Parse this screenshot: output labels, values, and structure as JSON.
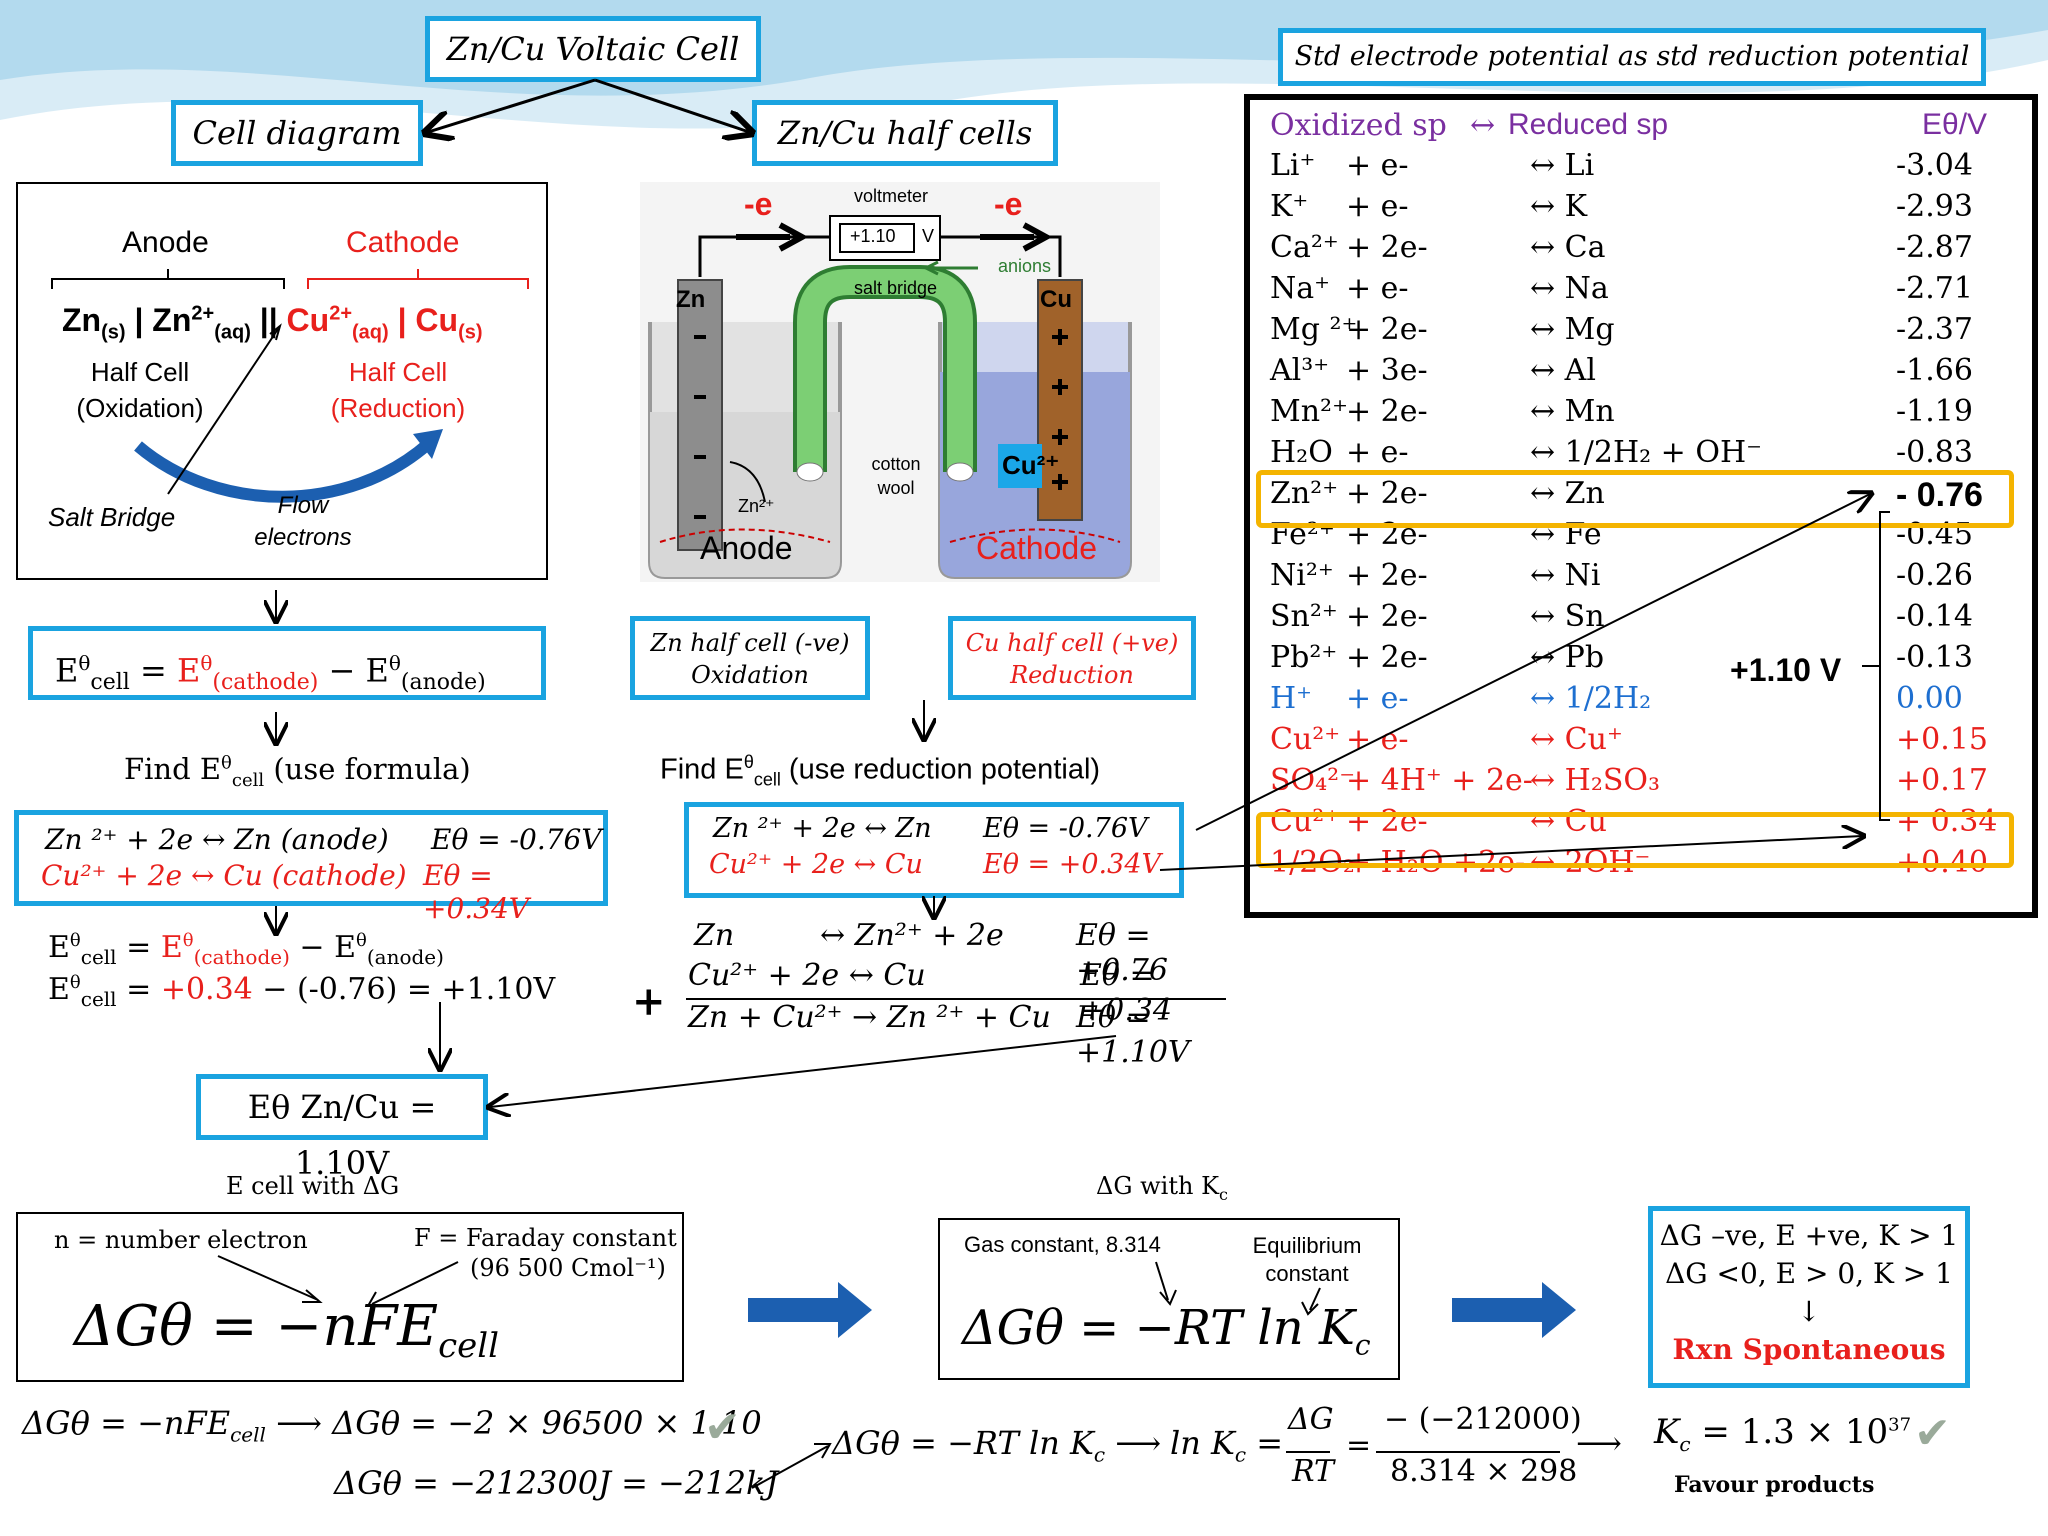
{
  "titles": {
    "main": "Zn/Cu Voltaic Cell",
    "cell_diagram": "Cell diagram",
    "half_cells": "Zn/Cu half cells",
    "std_potential": "Std electrode potential as std reduction potential"
  },
  "cell_diagram": {
    "anode_label": "Anode",
    "cathode_label": "Cathode",
    "zn_s": "Zn",
    "zn_s_sub": "(s)",
    "zn2": "| Zn",
    "zn2_sup": "2+",
    "zn2_sub": "(aq)",
    "bars": "||",
    "cu2": "Cu",
    "cu2_sup": "2+",
    "cu2_sub": "(aq)",
    "cu_s": "| Cu",
    "cu_s_sub": "(s)",
    "half_ox_1": "Half Cell",
    "half_ox_2": "(Oxidation)",
    "half_red_1": "Half Cell",
    "half_red_2": "(Reduction)",
    "salt_bridge": "Salt Bridge",
    "flow_1": "Flow",
    "flow_2": "electrons"
  },
  "apparatus": {
    "voltmeter": "voltmeter",
    "reading": "+1.10",
    "volt_unit": "V",
    "e_left": "-e",
    "e_right": "-e",
    "anions": "anions",
    "salt_bridge": "salt bridge",
    "zn": "Zn",
    "cu": "Cu",
    "cotton": "cotton",
    "wool": "wool",
    "zn2": "Zn²⁺",
    "cu2": "Cu²⁺",
    "anode": "Anode",
    "cathode": "Cathode"
  },
  "half_cell_boxes": {
    "zn_1": "Zn half cell (-ve)",
    "zn_2": "Oxidation",
    "cu_1": "Cu half cell (+ve)",
    "cu_2": "Reduction"
  },
  "formula": {
    "e": "E",
    "theta": "θ",
    "cell": "cell",
    "eq": " = ",
    "cathode": "(cathode)",
    "minus": " − ",
    "anode": "(anode)"
  },
  "find_left": {
    "text": "Find E",
    "sub": "cell",
    "rest": " (use formula)"
  },
  "find_right": {
    "text": "Find E",
    "sub": "cell",
    "rest": " (use reduction potential)"
  },
  "left_eq": {
    "l1_a": "Zn ²⁺ + 2e  ↔ Zn (anode)",
    "l1_b": "Eθ = -0.76V",
    "l2_a": "Cu²⁺ + 2e ↔  Cu  (cathode)",
    "l2_b": "Eθ = +0.34V"
  },
  "right_eq": {
    "l1_a": "Zn ²⁺ + 2e  ↔ Zn",
    "l1_b": "Eθ = -0.76V",
    "l2_a": "Cu²⁺ + 2e ↔  Cu",
    "l2_b": "Eθ = +0.34V"
  },
  "calc": {
    "l1_pre": "E",
    "l1_cell": "cell",
    "l1_eq": " = ",
    "l1_cath": "E",
    "l1_cath_sub": "(cathode)",
    "l1_minus": " − E",
    "l1_anode": "(anode)",
    "l2_pre": "E",
    "l2_cell": "cell",
    "l2_eq": " = ",
    "l2_val1": "+0.34",
    "l2_rest": " − (-0.76) = +1.10V"
  },
  "sum": {
    "plus": "+",
    "r1_a": "Zn",
    "r1_b": "↔  Zn²⁺ + 2e",
    "r1_c": "Eθ = +0.76",
    "r2_a": "Cu²⁺ + 2e  ↔  Cu",
    "r2_c": "Eθ = +0.34",
    "r3_a": "Zn  + Cu²⁺  →  Zn ²⁺ + Cu",
    "r3_c": "Eθ = +1.10V"
  },
  "result": "Eθ Zn/Cu = 1.10V",
  "table": {
    "head_ox": "Oxidized sp",
    "head_arrow": "↔",
    "head_red": "Reduced sp",
    "head_e": "Eθ/V",
    "rows": [
      {
        "ox": "Li⁺",
        "e": "+ e-",
        "red": "↔  Li",
        "v": "-3.04",
        "c": "k"
      },
      {
        "ox": "K⁺",
        "e": "+ e-",
        "red": "↔  K",
        "v": "-2.93",
        "c": "k"
      },
      {
        "ox": "Ca²⁺",
        "e": "+ 2e-",
        "red": "↔  Ca",
        "v": "-2.87",
        "c": "k"
      },
      {
        "ox": "Na⁺",
        "e": "+ e-",
        "red": "↔  Na",
        "v": "-2.71",
        "c": "k"
      },
      {
        "ox": "Mg ²⁺",
        "e": "+ 2e-",
        "red": "↔  Mg",
        "v": "-2.37",
        "c": "k"
      },
      {
        "ox": "Al³⁺",
        "e": "+ 3e-",
        "red": "↔  Al",
        "v": "-1.66",
        "c": "k"
      },
      {
        "ox": "Mn²⁺",
        "e": "+ 2e-",
        "red": "↔  Mn",
        "v": "-1.19",
        "c": "k"
      },
      {
        "ox": "H₂O",
        "e": "+ e-",
        "red": "↔ 1/2H₂ + OH⁻",
        "v": "-0.83",
        "c": "k"
      },
      {
        "ox": "Zn²⁺",
        "e": "+ 2e-",
        "red": "↔  Zn",
        "v": "- 0.76",
        "c": "k"
      },
      {
        "ox": "Fe²⁺",
        "e": "+ 2e-",
        "red": "↔  Fe",
        "v": "-0.45",
        "c": "k"
      },
      {
        "ox": "Ni²⁺",
        "e": "+ 2e-",
        "red": "↔  Ni",
        "v": "-0.26",
        "c": "k"
      },
      {
        "ox": "Sn²⁺",
        "e": "+ 2e-",
        "red": "↔ Sn",
        "v": "-0.14",
        "c": "k"
      },
      {
        "ox": "Pb²⁺",
        "e": "+ 2e-",
        "red": "↔ Pb",
        "v": "-0.13",
        "c": "k"
      },
      {
        "ox": "H⁺",
        "e": "+ e-",
        "red": "↔ 1/2H₂",
        "v": "0.00",
        "c": "b"
      },
      {
        "ox": "Cu²⁺",
        "e": "+ e-",
        "red": "↔ Cu⁺",
        "v": "+0.15",
        "c": "r"
      },
      {
        "ox": "SO₄²⁻",
        "e": "+ 4H⁺ + 2e-",
        "red": "↔ H₂SO₃",
        "v": "+0.17",
        "c": "r"
      },
      {
        "ox": "Cu²⁺",
        "e": "+ 2e-",
        "red": "↔  Cu",
        "v": "+ 0.34",
        "c": "r"
      },
      {
        "ox": "1/2O₂",
        "e": "+ H₂O +2e-",
        "red": "↔  2OH⁻",
        "v": "+0.40",
        "c": "r"
      }
    ],
    "voltage": "+1.10 V"
  },
  "dg_e": {
    "title": "E cell with ΔG",
    "n_label": "n = number electron",
    "f_label": "F = Faraday constant",
    "f_value": "(96 500 Cmol⁻¹)",
    "eq": "ΔGθ = −nFE",
    "eq_sub": "cell"
  },
  "dg_k": {
    "title": "ΔG with K",
    "title_sub": "c",
    "r_label": "Gas constant, 8.314",
    "eq_label_1": "Equilibrium",
    "eq_label_2": "constant",
    "eq": "ΔGθ = −RT ln K",
    "eq_sub": "c"
  },
  "summary": {
    "l1": "ΔG –ve, E +ve, K > 1",
    "l2": "ΔG <0, E > 0, K > 1",
    "arrow": "↓",
    "l3": "Rxn Spontaneous"
  },
  "bottom": {
    "a1": "ΔGθ = −nFE",
    "a1_sub": "cell",
    "arrow": "⟶",
    "a2": "ΔGθ = −2 × 96500 × 1.10",
    "a3": "ΔGθ = −212300J = −212kJ",
    "b1": "ΔGθ = −RT ln K",
    "b1_sub": "c",
    "b2": "ln K",
    "b2_sub": "c",
    "b2_eq": "=",
    "frac1_num": "ΔG",
    "frac1_den": "RT",
    "frac2_num": "− (−212000)",
    "frac2_den": "8.314 × 298",
    "k": "K",
    "k_sub": "c",
    "k_val": " = 1.3 × 10",
    "k_exp": "37",
    "favour": "Favour products"
  },
  "colors": {
    "border_blue": "#1aa3e0",
    "red": "#e8201c",
    "blue": "#1e6fd0",
    "purple": "#7a2fa0",
    "gold": "#f4b400",
    "arrow_blue": "#1c5fb0"
  }
}
